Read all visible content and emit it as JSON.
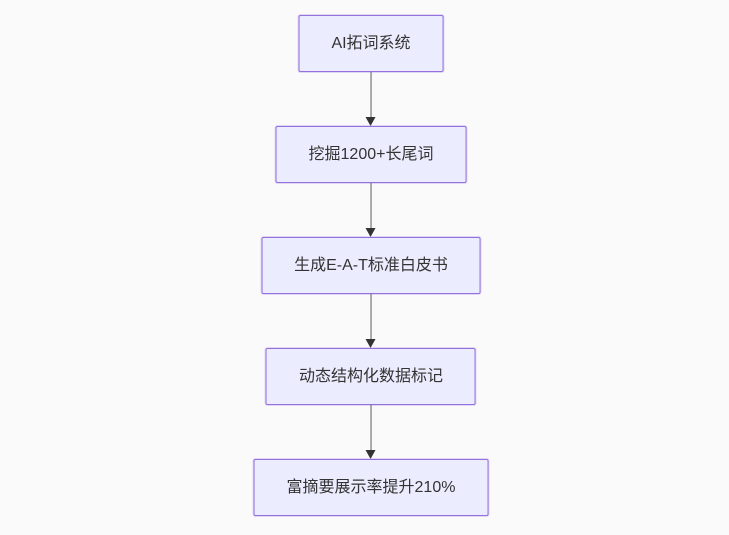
{
  "page": {
    "background_color": "#fafafa"
  },
  "diagram": {
    "type": "flowchart",
    "direction": "top-down",
    "node_fill_color": "#ECECFF",
    "node_border_color": "#9370DB",
    "node_text_color": "#333333",
    "arrow_line_color": "#5c5c5c",
    "arrowhead_color": "#333333",
    "nodes": [
      {
        "id": "node-1",
        "label": "AI拓词系统"
      },
      {
        "id": "node-2",
        "label": "挖掘1200+长尾词"
      },
      {
        "id": "node-3",
        "label": "生成E-A-T标准白皮书"
      },
      {
        "id": "node-4",
        "label": "动态结构化数据标记"
      },
      {
        "id": "node-5",
        "label": "富摘要展示率提升210%"
      }
    ],
    "edges": [
      {
        "from": "node-1",
        "to": "node-2"
      },
      {
        "from": "node-2",
        "to": "node-3"
      },
      {
        "from": "node-3",
        "to": "node-4"
      },
      {
        "from": "node-4",
        "to": "node-5"
      }
    ]
  }
}
